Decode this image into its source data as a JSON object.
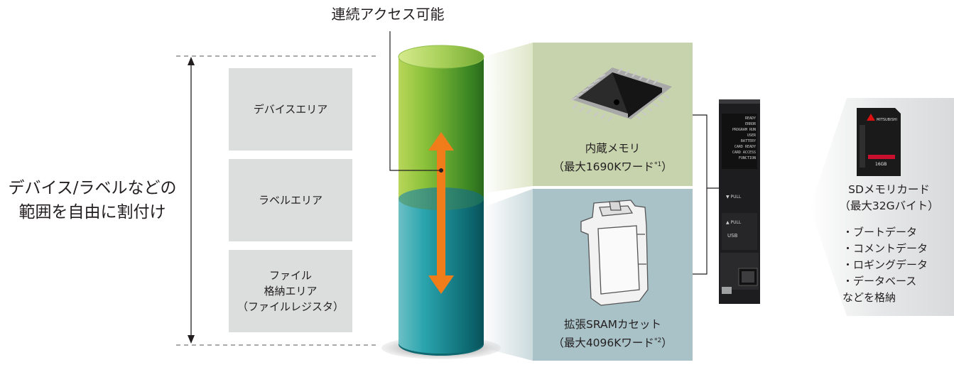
{
  "title": "連続アクセス可能",
  "side_label": [
    "デバイス/ラベルなどの",
    "範囲を自由に割付け"
  ],
  "areas": {
    "device": "デバイスエリア",
    "label": "ラベルエリア",
    "file": [
      "ファイル",
      "格納エリア",
      "（ファイルレジスタ）"
    ]
  },
  "internal_memory": {
    "name": "内蔵メモリ",
    "capacity": "（最大1690Kワード",
    "note": "*1",
    "close": "）"
  },
  "sram_cassette": {
    "name": "拡張SRAMカセット",
    "capacity": "（最大4096Kワード",
    "note": "*2",
    "close": "）"
  },
  "sd_card": {
    "name": "SDメモリカード",
    "capacity": "（最大32Gバイト）",
    "items": [
      "・ブートデータ",
      "・コメントデータ",
      "・ロギングデータ",
      "・データベース",
      "などを格納"
    ]
  },
  "cpu_panel_text": [
    "READY",
    "ERROR",
    "PROGRAM RUN",
    "USER",
    "BATTERY",
    "CARD READY",
    "CARD ACCESS",
    "FUNCTION"
  ],
  "cpu_labels": {
    "pull1": "▼ PULL",
    "pull2": "▲ PULL",
    "usb": "USB"
  },
  "sd_card_labels": {
    "brand": "MITSUBISHI",
    "size": "16GB"
  },
  "colors": {
    "green_top": "#c9e07a",
    "green_mid": "#7bb52a",
    "green_dark": "#2e6b1f",
    "teal_mid": "#1a9aa5",
    "teal_dark": "#0b5d66",
    "arrow": "#f07d1a",
    "panel_green": "#c7d3ad",
    "panel_blue": "#a9c2c8",
    "box_gray": "#dcdddd"
  }
}
